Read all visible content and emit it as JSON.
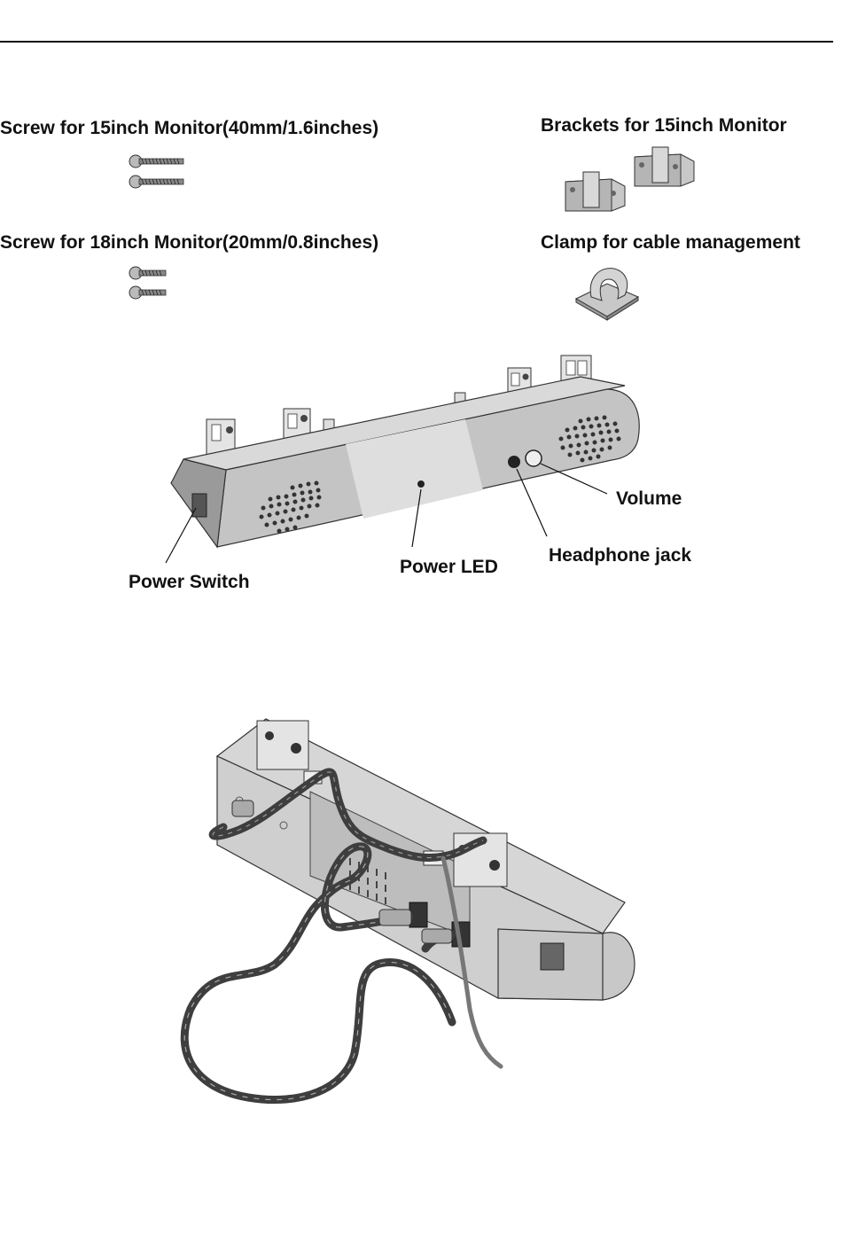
{
  "accessories": {
    "screw_15": "Screw for 15inch Monitor(40mm/1.6inches)",
    "brackets_15": "Brackets for 15inch Monitor",
    "screw_18": "Screw for 18inch Monitor(20mm/0.8inches)",
    "clamp": "Clamp for cable management"
  },
  "front_view": {
    "volume": "Volume",
    "headphone_jack": "Headphone jack",
    "power_led": "Power LED",
    "power_switch": "Power Switch"
  }
}
